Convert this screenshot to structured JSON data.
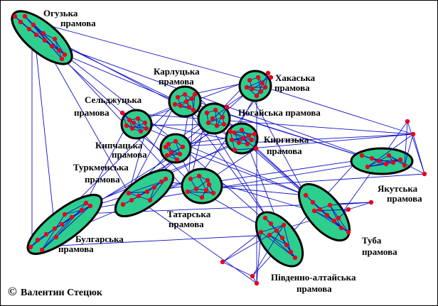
{
  "colors": {
    "cluster_fill": "#2ecf8e",
    "cluster_stroke": "#000000",
    "links": "#1010c8",
    "points": "#e8001c",
    "background": "#ffffff"
  },
  "groups": {
    "oguz": [
      "Огузька",
      "прамова"
    ],
    "karluk": [
      "Карлуцька",
      "прамова"
    ],
    "khakas": [
      "Хакаська",
      "прамова"
    ],
    "seljuk": [
      "Сельджуцька",
      "прамова"
    ],
    "nogai": [
      "Ногайська прамова"
    ],
    "kypchak": [
      "Кипчацька",
      "прамова"
    ],
    "kyrgyz": [
      "Киргизька",
      "прамова"
    ],
    "turkmen": [
      "Туркменська",
      "прамова"
    ],
    "yakut": [
      "Якутська",
      "прамова"
    ],
    "tatar": [
      "Татарська",
      "прамова"
    ],
    "tuba": [
      "Туба",
      "прамова"
    ],
    "bulgar": [
      "Булгарська",
      "прамова"
    ],
    "south_altai": [
      "Південно-алтайська",
      "прамова"
    ]
  },
  "copyright": {
    "symbol": "©",
    "author": "Валентин Стецюк"
  }
}
